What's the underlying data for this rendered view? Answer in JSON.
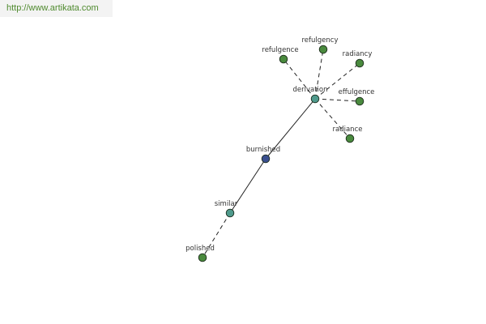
{
  "site": {
    "url_text": "http://www.artikata.com"
  },
  "graph": {
    "colors": {
      "leaf_node": "#4a8a3e",
      "relation_node": "#4f9a8c",
      "root_node": "#3a4f8f",
      "node_outline": "#1a2a1a",
      "edge": "#222222"
    },
    "nodes": [
      {
        "id": "burnished",
        "label": "burnished",
        "kind": "root"
      },
      {
        "id": "similar",
        "label": "similar",
        "kind": "relation"
      },
      {
        "id": "derivation",
        "label": "derivation",
        "kind": "relation"
      },
      {
        "id": "polished",
        "label": "polished",
        "kind": "leaf"
      },
      {
        "id": "refulgence",
        "label": "refulgence",
        "kind": "leaf"
      },
      {
        "id": "refulgency",
        "label": "refulgency",
        "kind": "leaf"
      },
      {
        "id": "radiancy",
        "label": "radiancy",
        "kind": "leaf"
      },
      {
        "id": "effulgence",
        "label": "effulgence",
        "kind": "leaf"
      },
      {
        "id": "radiance",
        "label": "radiance",
        "kind": "leaf"
      }
    ],
    "edges": [
      {
        "from": "burnished",
        "to": "similar",
        "style": "solid"
      },
      {
        "from": "burnished",
        "to": "derivation",
        "style": "solid"
      },
      {
        "from": "similar",
        "to": "polished",
        "style": "dashed"
      },
      {
        "from": "derivation",
        "to": "refulgence",
        "style": "dashed"
      },
      {
        "from": "derivation",
        "to": "refulgency",
        "style": "dashed"
      },
      {
        "from": "derivation",
        "to": "radiancy",
        "style": "dashed"
      },
      {
        "from": "derivation",
        "to": "effulgence",
        "style": "dashed"
      },
      {
        "from": "derivation",
        "to": "radiance",
        "style": "dashed"
      }
    ]
  }
}
